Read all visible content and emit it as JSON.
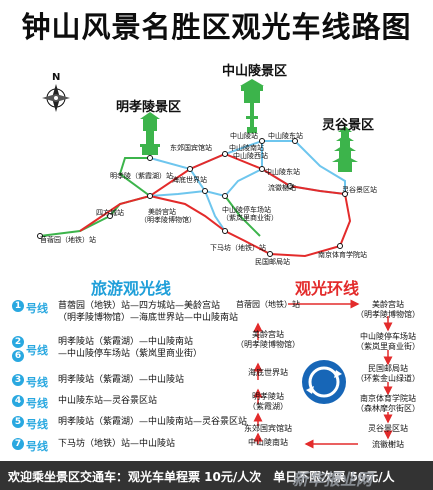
{
  "title": "钟山风景名胜区观光车线路图",
  "compass": {
    "label": "N"
  },
  "areas": {
    "zhongshanling": "中山陵景区",
    "mingxiaoling": "明孝陵景区",
    "linggu": "灵谷景区"
  },
  "map_stations": {
    "zhongshanling_zhan": "中山陵站",
    "zhongshanling_nan": "中山陵南站",
    "dongjiao": "东郊国宾馆站",
    "zhongshanling_xi": "中山陵西站",
    "zhongshanling_dong": "中山陵东站",
    "mingxiaoling_zixiahu": "明孝陵（紫霞湖）站",
    "haidi": "海底世界站",
    "liuhui": "流徽榭站",
    "linggu_zhan": "灵谷景区站",
    "sifangcheng": "四方城站",
    "meiling": "美龄宫站",
    "meiling_sub": "（明孝陵博物馆）",
    "tingche_1": "中山陵停车场站",
    "tingche_2": "（紫岚里商业街）",
    "xiamafang": "下马坊（地铁）站",
    "minguo": "民国邮局站",
    "tiyu": "南京体育学院站",
    "yuanlongyuan": "苜蓿园（地铁）站"
  },
  "tour": {
    "title": "旅游观光线",
    "hao": "号线",
    "routes": [
      {
        "num": "1",
        "lines": [
          "苜蓿园（地铁）站—四方城站—美龄宫站",
          "（明孝陵博物馆）—海底世界站—中山陵南站"
        ]
      },
      {
        "num": "2",
        "num2": "6",
        "lines": [
          "明孝陵站（紫霞湖）—中山陵南站",
          "—中山陵停车场站（紫岚里商业街）"
        ]
      },
      {
        "num": "3",
        "lines": [
          "明孝陵站（紫霞湖）—中山陵站"
        ]
      },
      {
        "num": "4",
        "lines": [
          "中山陵东站—灵谷景区站"
        ]
      },
      {
        "num": "5",
        "lines": [
          "明孝陵站（紫霞湖）—中山陵南站—灵谷景区站"
        ]
      },
      {
        "num": "7",
        "lines": [
          "下马坊（地铁）站—中山陵站"
        ]
      }
    ]
  },
  "ring": {
    "title": "观光环线",
    "left": [
      {
        "name": "苜蓿园（地铁）站"
      },
      {
        "name": "美龄宫站",
        "sub": "（明孝陵博物馆）"
      },
      {
        "name": "海底世界站"
      },
      {
        "name": "明孝陵站",
        "sub": "（紫霞湖）"
      },
      {
        "name": "东郊国宾馆站"
      },
      {
        "name": "中山陵南站"
      }
    ],
    "right": [
      {
        "name": "美龄宫站",
        "sub": "（明孝陵博物馆）"
      },
      {
        "name": "中山陵停车场站",
        "sub": "（紫岚里商业街）"
      },
      {
        "name": "民国邮局站",
        "sub": "（环紫金山绿道）"
      },
      {
        "name": "南京体育学院站",
        "sub": "（森林摩尔街区）"
      },
      {
        "name": "灵谷景区站"
      },
      {
        "name": "流徽榭站"
      }
    ]
  },
  "footer": "欢迎乘坐景区交通车：观光车单程票 10元/人次　单日不限次票 50元/人",
  "watermark": "新华报业网",
  "colors": {
    "tour": "#29a8e0",
    "ring": "#e32b2b",
    "route_blue": "#6ec6ee",
    "route_green": "#3cb44b"
  }
}
